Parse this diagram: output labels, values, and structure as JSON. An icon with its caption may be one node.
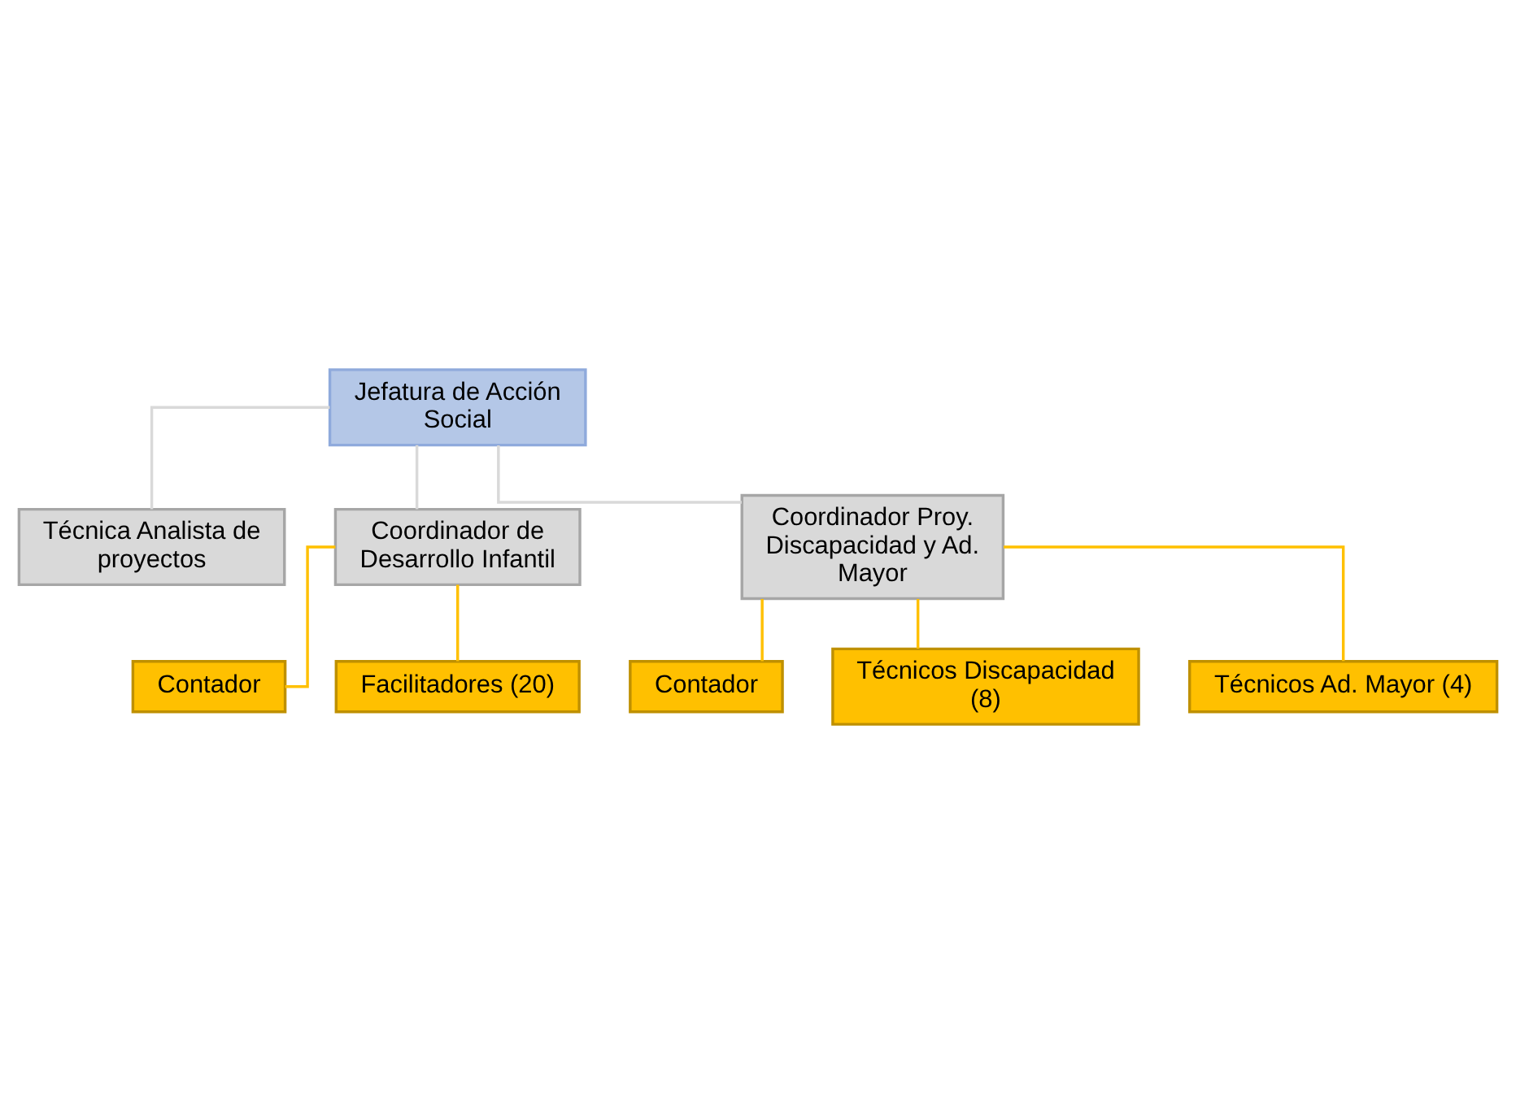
{
  "diagram": {
    "nodes": [
      {
        "text": [
          "Jefatura de Acción Social"
        ]
      },
      {
        "text": [
          "Técnica Analista de proyectos"
        ]
      },
      {
        "text": [
          "Coordinador de Desarrollo Infantil"
        ]
      },
      {
        "text": [
          "Coordinador Proy. Discapacidad y Ad. Mayor"
        ]
      },
      {
        "text": [
          "Contador"
        ]
      },
      {
        "text": [
          "Facilitadores (20)"
        ]
      },
      {
        "text": [
          "Contador"
        ]
      },
      {
        "text": [
          "Técnicos Discapacidad (8)"
        ]
      },
      {
        "text": [
          "Técnicos Ad. Mayor (4)"
        ]
      }
    ],
    "edges": [
      {
        "from": 0,
        "to": 1,
        "arrow": "none",
        "color": "#d9d9d9"
      },
      {
        "from": 0,
        "to": 2,
        "arrow": "none",
        "color": "#d9d9d9"
      },
      {
        "from": 0,
        "to": 3,
        "arrow": "none",
        "color": "#d9d9d9"
      },
      {
        "from": 2,
        "to": 4,
        "arrow": "none"
      },
      {
        "from": 2,
        "to": 5,
        "arrow": "none"
      },
      {
        "from": 3,
        "to": 6,
        "arrow": "none"
      },
      {
        "from": 3,
        "to": 7,
        "arrow": "none"
      },
      {
        "from": 3,
        "to": 8,
        "arrow": "none"
      }
    ]
  }
}
